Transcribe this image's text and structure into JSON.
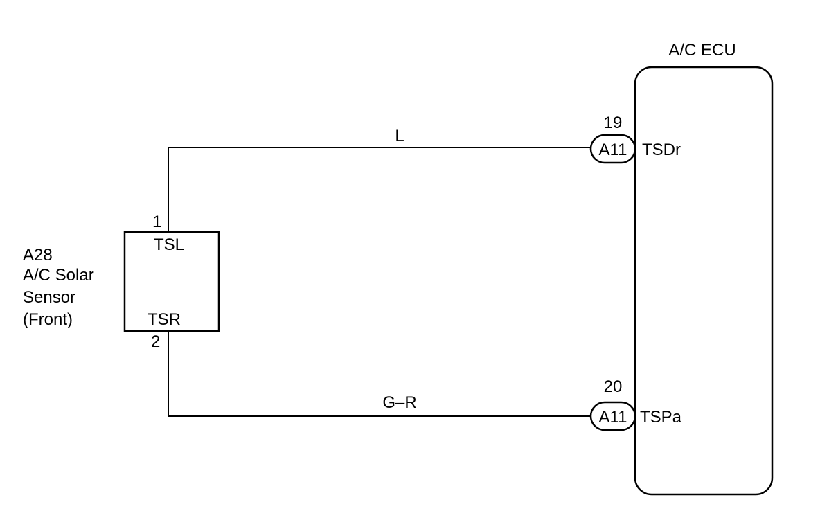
{
  "ecu": {
    "title": "A/C ECU",
    "pins": {
      "top": {
        "number": "19",
        "connector": "A11",
        "name": "TSDr"
      },
      "bottom": {
        "number": "20",
        "connector": "A11",
        "name": "TSPa"
      }
    }
  },
  "sensor": {
    "code": "A28",
    "name_line1": "A/C Solar",
    "name_line2": "Sensor",
    "name_line3": "(Front)",
    "pins": {
      "top": {
        "number": "1",
        "name": "TSL"
      },
      "bottom": {
        "number": "2",
        "name": "TSR"
      }
    }
  },
  "wires": {
    "top": {
      "color_code": "L"
    },
    "bottom": {
      "color_code": "G–R"
    }
  }
}
